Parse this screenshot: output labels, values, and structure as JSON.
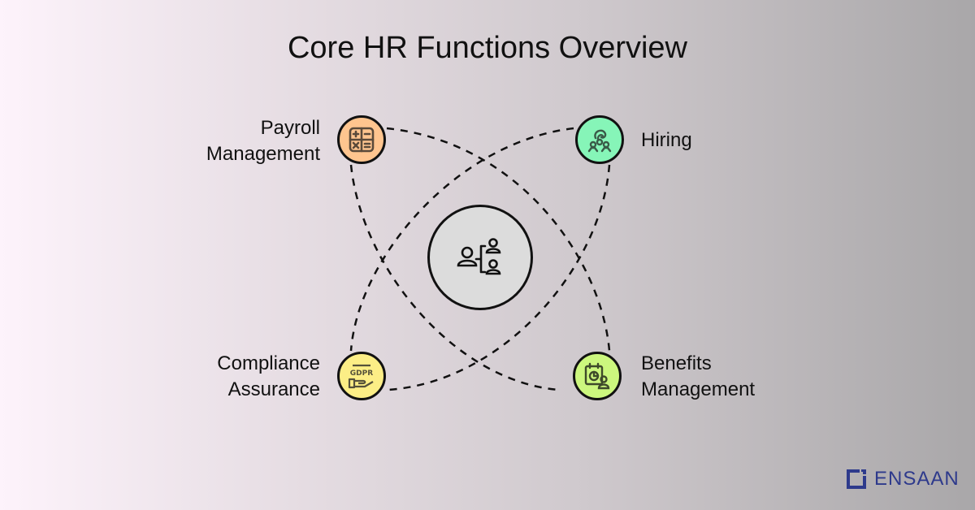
{
  "title": "Core HR Functions Overview",
  "center": {
    "icon": "org-hierarchy-icon",
    "color": "#dcdcdc"
  },
  "nodes": [
    {
      "id": "payroll",
      "label_line1": "Payroll",
      "label_line2": "Management",
      "icon": "calculator-icon",
      "color": "#ffc58f"
    },
    {
      "id": "hiring",
      "label_line1": "Hiring",
      "label_line2": "",
      "icon": "hiring-group-icon",
      "color": "#86f5b8"
    },
    {
      "id": "compliance",
      "label_line1": "Compliance",
      "label_line2": "Assurance",
      "icon": "gdpr-hand-icon",
      "color": "#fcee86"
    },
    {
      "id": "benefits",
      "label_line1": "Benefits",
      "label_line2": "Management",
      "icon": "calendar-user-icon",
      "color": "#ccf77e"
    }
  ],
  "logo": {
    "text": "ENSAAN",
    "color": "#2e3a8c"
  }
}
